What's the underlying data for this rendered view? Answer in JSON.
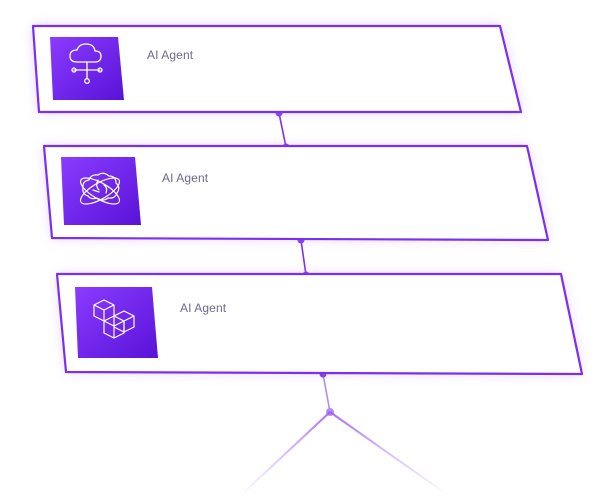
{
  "accent_color": "#7b2ff0",
  "cards": [
    {
      "label": "AI Agent",
      "icon": "cloud-network-icon"
    },
    {
      "label": "AI Agent",
      "icon": "brain-atom-icon"
    },
    {
      "label": "AI Agent",
      "icon": "stacked-cubes-icon"
    }
  ]
}
